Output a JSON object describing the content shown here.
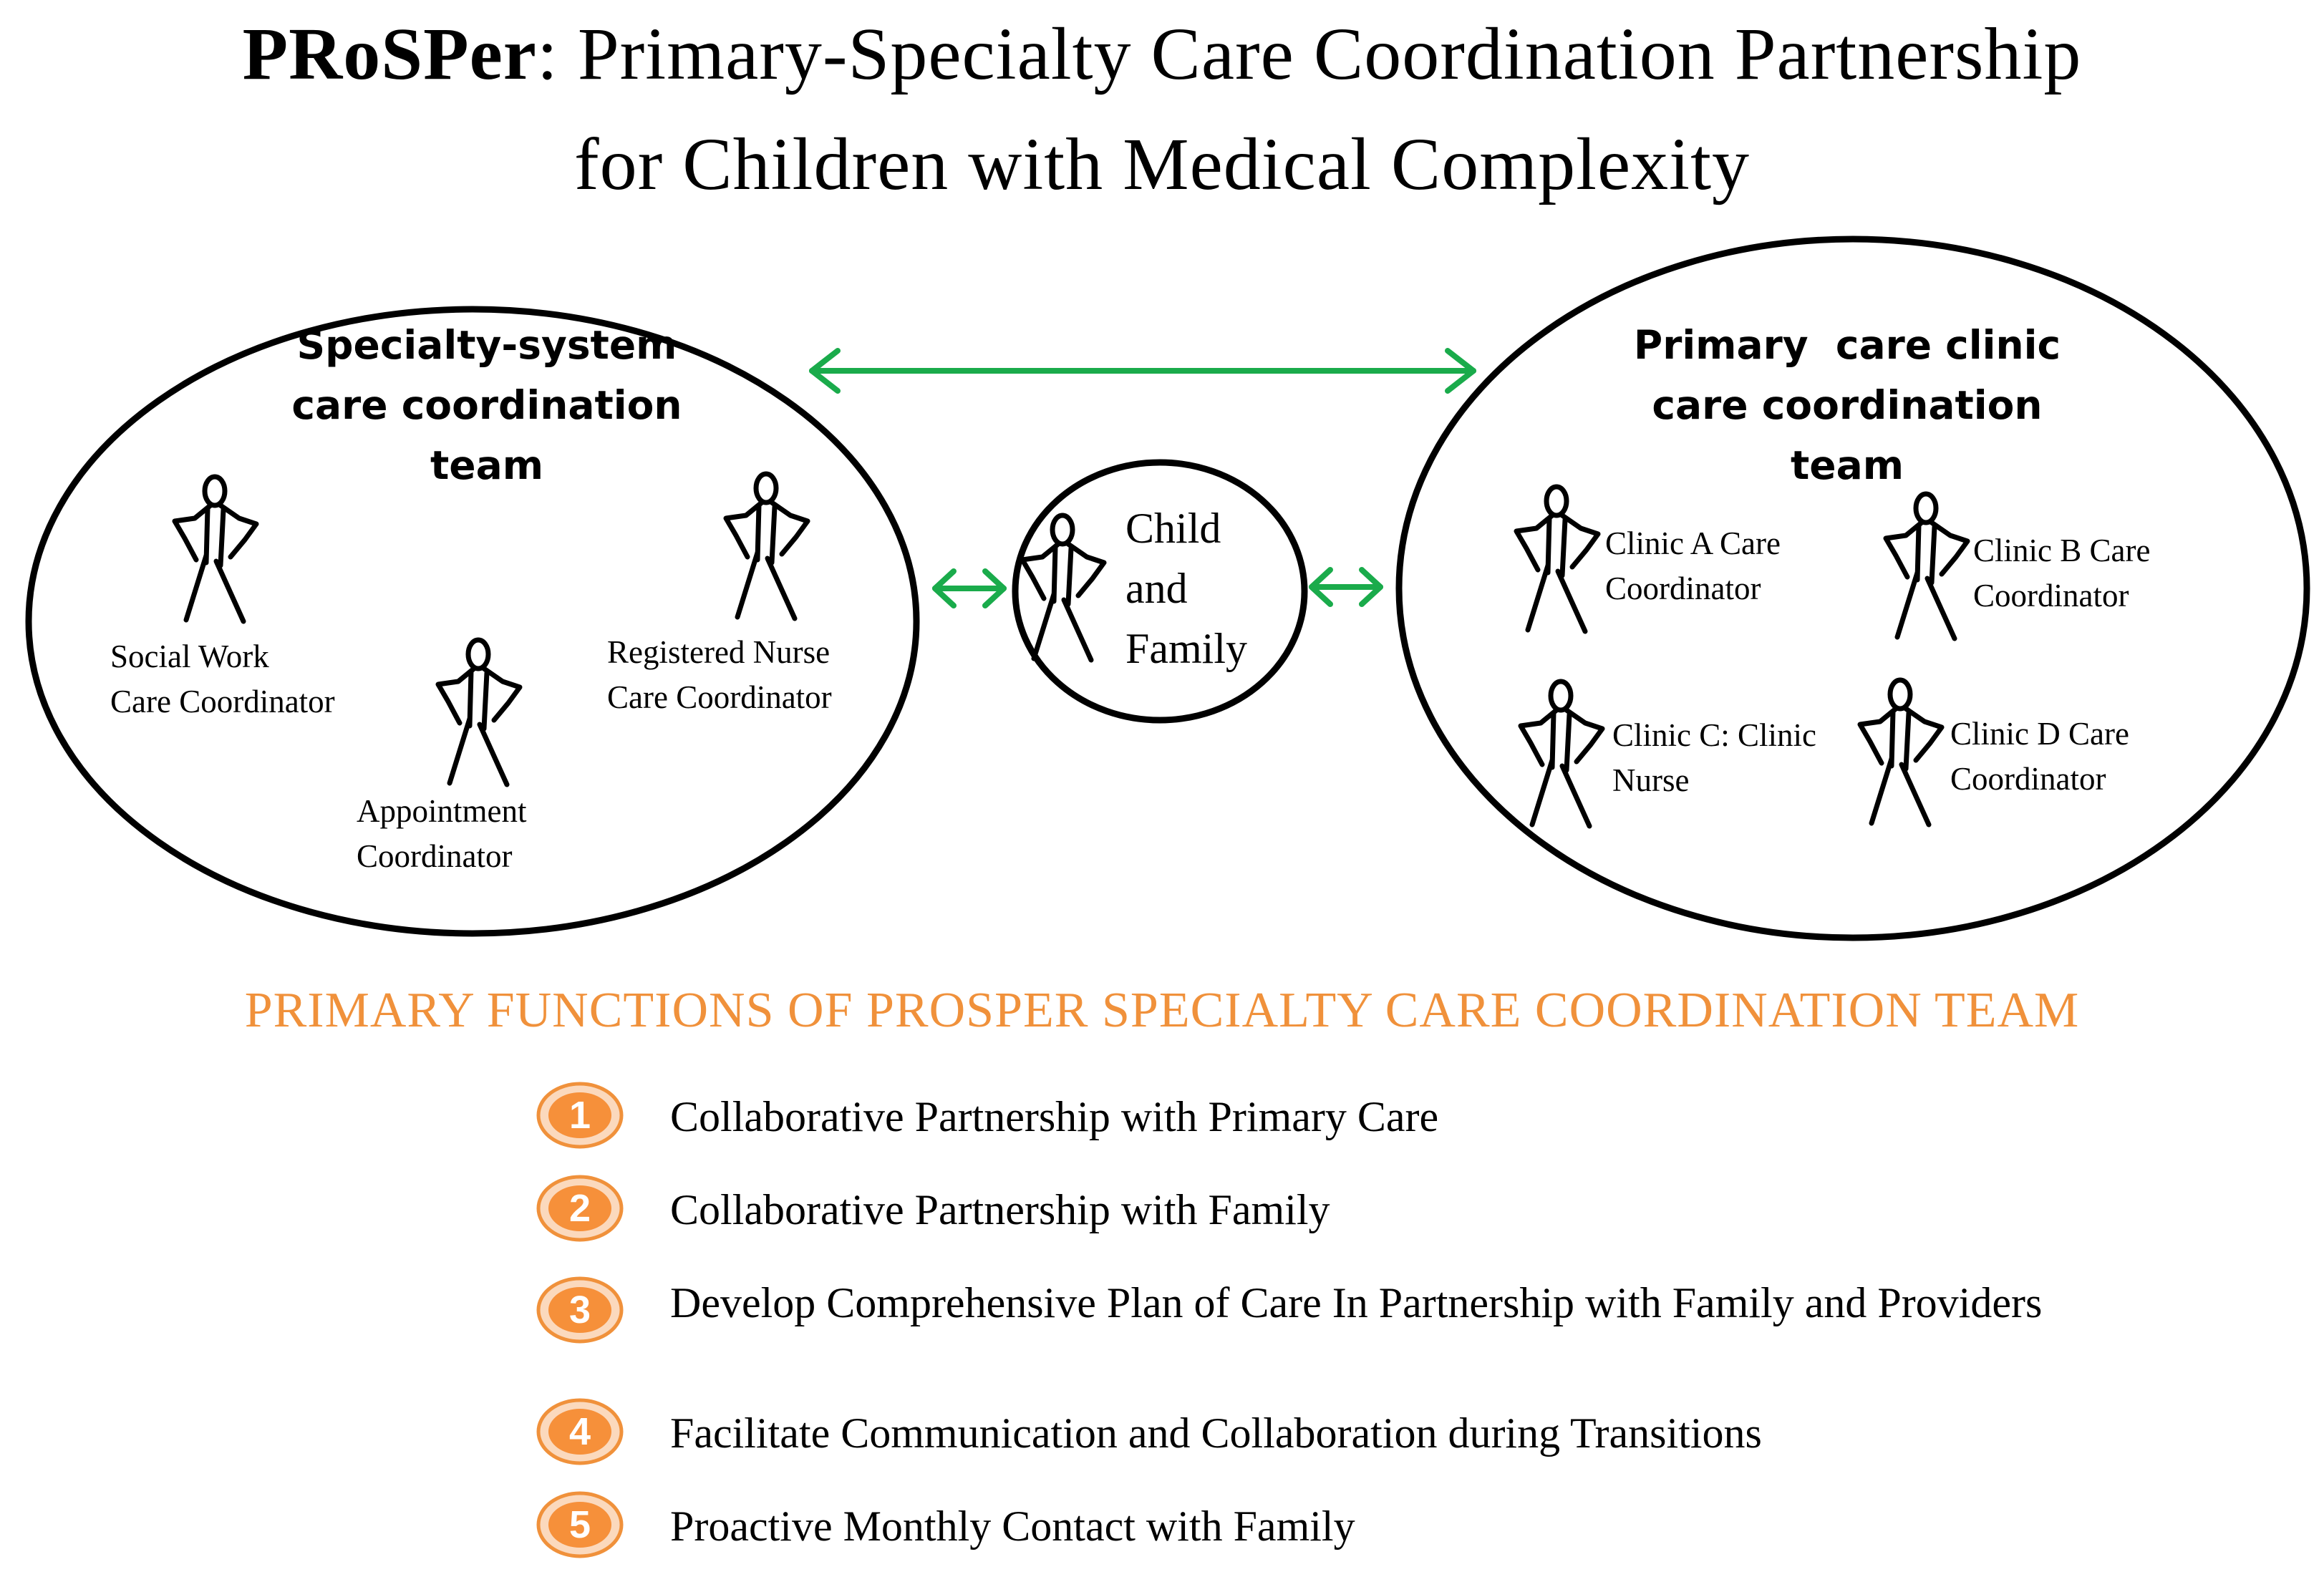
{
  "title": {
    "part1": "PRoSPer",
    "part2": ": Primary-Specialty Care Coordination Partnership",
    "line2": "for Children with Medical Complexity"
  },
  "specialty_team": {
    "title_line1": "Specialty-system",
    "title_line2": "care coordination",
    "title_line3": "team",
    "members": [
      {
        "label": "Social Work\nCare Coordinator"
      },
      {
        "label": "Appointment\nCoordinator"
      },
      {
        "label": "Registered Nurse\nCare Coordinator"
      }
    ]
  },
  "child_family": {
    "label": "Child\nand\nFamily"
  },
  "primary_team": {
    "title_line1": "Primary  care clinic",
    "title_line2": "care coordination",
    "title_line3": "team",
    "members": [
      {
        "label": "Clinic A Care\nCoordinator"
      },
      {
        "label": "Clinic B Care\nCoordinator"
      },
      {
        "label": "Clinic C: Clinic\nNurse"
      },
      {
        "label": "Clinic D Care\nCoordinator"
      }
    ]
  },
  "functions": {
    "heading": "PRIMARY FUNCTIONS OF PROSPER SPECIALTY CARE COORDINATION TEAM",
    "items": [
      {
        "number": "1",
        "text": "Collaborative Partnership with Primary Care"
      },
      {
        "number": "2",
        "text": "Collaborative Partnership with Family"
      },
      {
        "number": "3",
        "text": "Develop Comprehensive Plan of Care In Partnership with Family and Providers"
      },
      {
        "number": "4",
        "text": "Facilitate Communication and Collaboration during Transitions"
      },
      {
        "number": "5",
        "text": "Proactive Monthly Contact with Family"
      }
    ]
  },
  "colors": {
    "arrow": "#1aab4b",
    "accent_orange": "#f0913b",
    "badge_inner": "#f6903a",
    "ink": "#000000"
  },
  "icons": {
    "person": "stick-figure-icon",
    "arrow": "double-arrow-icon",
    "badge": "number-badge-icon"
  }
}
